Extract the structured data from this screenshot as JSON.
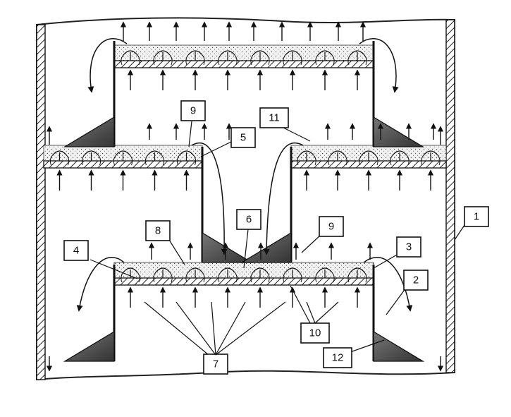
{
  "callouts": [
    {
      "id": "1",
      "text": "1"
    },
    {
      "id": "2",
      "text": "2"
    },
    {
      "id": "3",
      "text": "3"
    },
    {
      "id": "4",
      "text": "4"
    },
    {
      "id": "5",
      "text": "5"
    },
    {
      "id": "6",
      "text": "6"
    },
    {
      "id": "7",
      "text": "7"
    },
    {
      "id": "8",
      "text": "8"
    },
    {
      "id": "9a",
      "text": "9"
    },
    {
      "id": "9b",
      "text": "9"
    },
    {
      "id": "10",
      "text": "10"
    },
    {
      "id": "11",
      "text": "11"
    },
    {
      "id": "12",
      "text": "12"
    }
  ]
}
